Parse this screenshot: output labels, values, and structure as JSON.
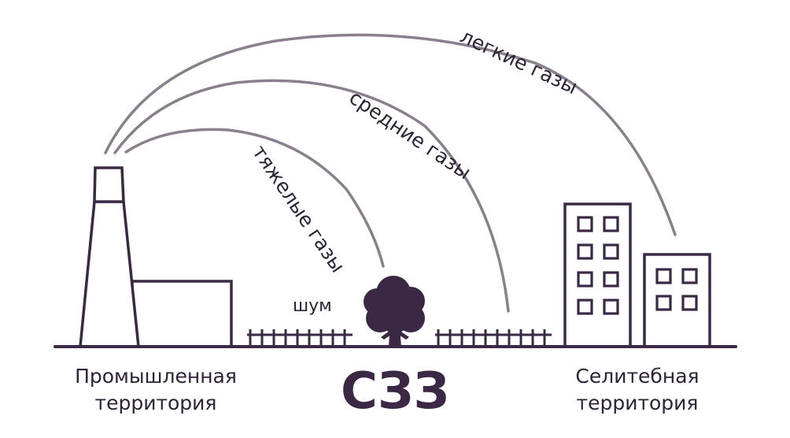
{
  "labels": {
    "light_gases": "легкие газы",
    "medium_gases": "средние газы",
    "heavy_gases": "тяжелые газы",
    "noise": "шум",
    "industrial_line1": "Промышленная",
    "industrial_line2": "территория",
    "residential_line1": "Селитебная",
    "residential_line2": "территория",
    "zone": "СЗЗ"
  },
  "colors": {
    "outline": "#3a2845",
    "arc": "#8a7f8d",
    "text": "#2e2236"
  }
}
